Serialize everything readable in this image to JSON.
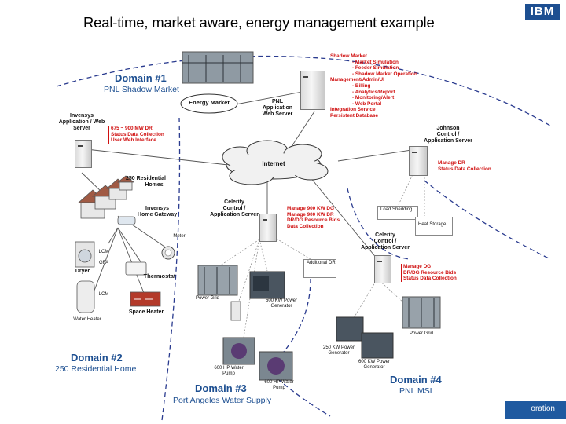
{
  "slide": {
    "title": "Real-time, market aware, energy management example",
    "logo": "IBM",
    "footer": "oration"
  },
  "domains": {
    "d1": {
      "name": "Domain #1",
      "sub": "PNL Shadow Market"
    },
    "d2": {
      "name": "Domain #2",
      "sub": "250 Residential Home"
    },
    "d3": {
      "name": "Domain #3",
      "sub": "Port Angeles Water Supply"
    },
    "d4": {
      "name": "Domain #4",
      "sub": "PNL MSL"
    }
  },
  "nodes": {
    "energy_market": "Energy Market",
    "internet": "Internet",
    "pnl_server": [
      "PNL",
      "Application",
      "Web Server"
    ],
    "invensys_server": [
      "Invensys",
      "Application / Web",
      "Server"
    ],
    "johnson_server": [
      "Johnson",
      "Control /",
      "Application Server"
    ],
    "celerity_center": [
      "Celerity",
      "Control /",
      "Application Server"
    ],
    "celerity_right": [
      "Celerity",
      "Control /",
      "Application Server"
    ],
    "residential": [
      "250 Residential",
      "Homes"
    ],
    "gateway": [
      "Invensys",
      "Home Gateway"
    ],
    "meter": "Meter",
    "lcm1": "LCM",
    "gfa": "GFA",
    "dryer": "Dryer",
    "thermostat": "Thermostat",
    "lcm2": "LCM",
    "water_heater": "Water Heater",
    "space_heater": "Space Heater",
    "power_grid_d3": "Power Grid",
    "gen_600_d3": [
      "600 KW Power",
      "Generator"
    ],
    "pump1": [
      "600 HP Water",
      "Pump"
    ],
    "pump2": [
      "600 HP Water",
      "Pump"
    ],
    "gen_250": [
      "250 KW Power",
      "Generator"
    ],
    "gen_600_d4": [
      "600 KW Power",
      "Generator"
    ],
    "power_grid_d4": "Power Grid",
    "load_shedding": "Load Shedding",
    "heat_storage": "Heat Storage",
    "additional_dr": "Additional DR"
  },
  "annotations": {
    "shadow_market": [
      "Shadow Market",
      "- Market Simulation",
      "- Feeder Simulation",
      "- Shadow Market Operation",
      "Management/Admin/UI",
      "- Billing",
      "- Analytics/Report",
      "- Monitoring/Alert",
      "- Web Portal",
      "Integration Service",
      "Persistent Database"
    ],
    "invensys": [
      "675 ~ 900 MW DR",
      "Status Data Collection",
      "User Web Interface"
    ],
    "johnson": [
      "Manage DR",
      "Status Data Collection"
    ],
    "celerity_center": [
      "Manage 900 KW DG",
      "Manage 900 KW DR",
      "DR/DG Resource Bids",
      "Data Collection"
    ],
    "celerity_right": [
      "Manage DG",
      "DR/DG Resource Bids",
      "Status Data Collection"
    ]
  },
  "colors": {
    "domain_text": "#1d4f91",
    "annotation_red": "#d01010",
    "ibm_blue": "#1f5aa0",
    "boundary_dash": "#2a3b8f",
    "cloud_fill": "#f1f1f1"
  }
}
